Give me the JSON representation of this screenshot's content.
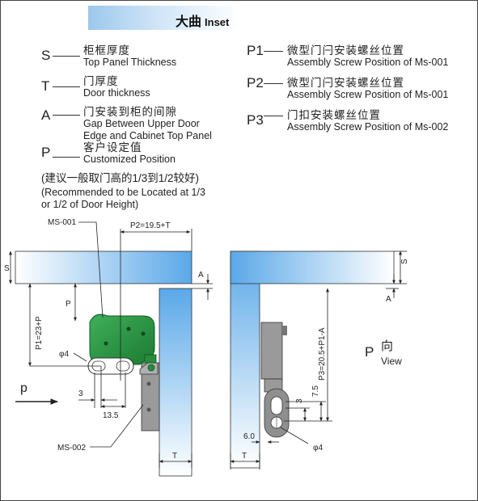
{
  "header": {
    "title_cn": "大曲",
    "title_en": "Inset"
  },
  "legend": {
    "s": {
      "symbol": "S",
      "cn": "柜框厚度",
      "en": "Top Panel Thickness"
    },
    "t": {
      "symbol": "T",
      "cn": "门厚度",
      "en": "Door thickness"
    },
    "a": {
      "symbol": "A",
      "cn": "门安装到柜的间隙",
      "en_line1": "Gap Between Upper Door",
      "en_line2": "Edge and Cabinet Top Panel"
    },
    "p": {
      "symbol": "P",
      "cn": "客户设定值",
      "en": "Customized Position"
    },
    "p1": {
      "symbol": "P1",
      "cn": "微型门闩安装螺丝位置",
      "en": "Assembly Screw Position of Ms-001"
    },
    "p2": {
      "symbol": "P2",
      "cn": "微型门闩安装螺丝位置",
      "en": "Assembly Screw Position of Ms-001"
    },
    "p3": {
      "symbol": "P3",
      "cn": "门扣安装螺丝位置",
      "en": "Assembly Screw Position of Ms-002"
    }
  },
  "recommendation": {
    "cn": "(建议一般取门高的1/3到1/2较好)",
    "en_line1": "(Recommended to be Located at 1/3",
    "en_line2": "or 1/2 of Door Height)"
  },
  "diagram": {
    "labels": {
      "ms001": "MS-001",
      "ms002": "MS-002",
      "p2_dim": "P2=19.5+T",
      "p1_dim": "P1=23+P",
      "p3_dim": "P3=20.5+P1-A",
      "s_left": "S",
      "s_right": "S",
      "a_left": "A",
      "a_right": "A",
      "p_dim": "P",
      "phi4_left": "φ4",
      "phi4_right": "φ4",
      "dim_3_left": "3",
      "dim_13_5": "13.5",
      "dim_3_right": "3",
      "dim_7_5": "7.5",
      "dim_6_0": "6.0",
      "t_left": "T",
      "t_right": "T",
      "p_arrow": "p",
      "view_p": "P",
      "view_cn": "向",
      "view_en": "View"
    },
    "colors": {
      "latch_green": "#1c8a3a",
      "panel_blue": "#5aa8e8",
      "catch_gray": "#9a9a9a"
    }
  }
}
